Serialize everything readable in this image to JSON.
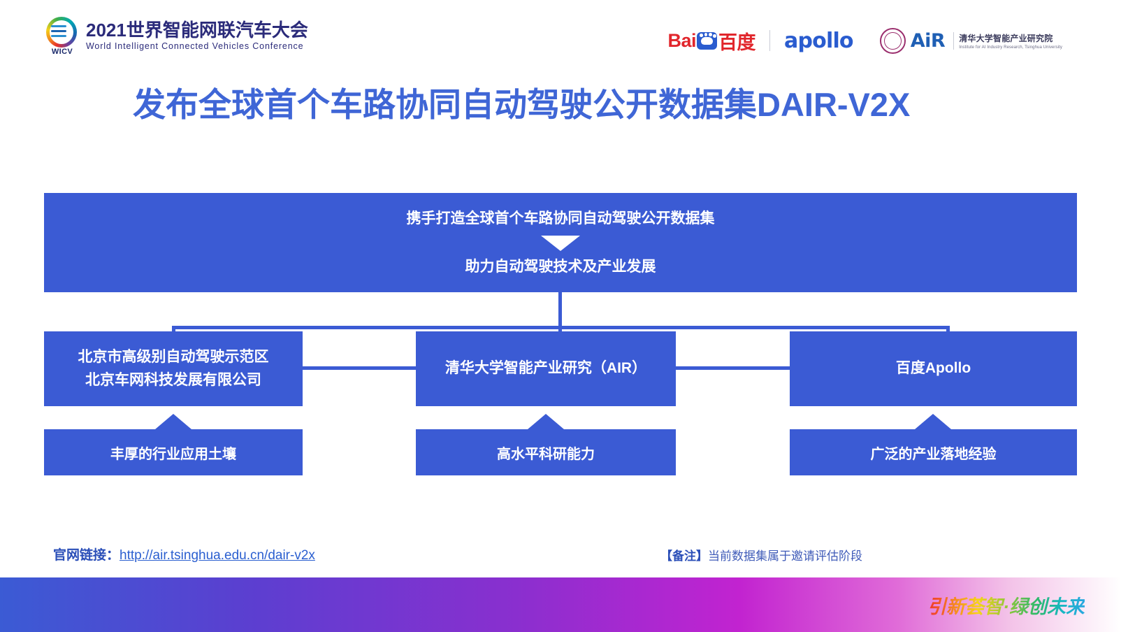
{
  "header": {
    "wicv": {
      "mark_label": "WICV",
      "title_cn": "2021世界智能网联汽车大会",
      "title_en": "World Intelligent Connected Vehicles Conference"
    },
    "partners": {
      "baidu_en": "Bai",
      "baidu_paw": "du",
      "baidu_cn": "百度",
      "apollo": "apollo",
      "air_abbr": "AiR",
      "air_cn": "清华大学智能产业研究院",
      "air_en": "Institute for AI Industry Research, Tsinghua University"
    }
  },
  "title": "发布全球首个车路协同自动驾驶公开数据集DAIR-V2X",
  "diagram": {
    "top": {
      "line1": "携手打造全球首个车路协同自动驾驶公开数据集",
      "arrow": "down-triangle",
      "line2": "助力自动驾驶技术及产业发展"
    },
    "partners": [
      {
        "name_line1": "北京市高级别自动驾驶示范区",
        "name_line2": "北京车网科技发展有限公司",
        "strength": "丰厚的行业应用土壤"
      },
      {
        "name_line1": "清华大学智能产业研究（AIR）",
        "name_line2": "",
        "strength": "高水平科研能力"
      },
      {
        "name_line1": "百度Apollo",
        "name_line2": "",
        "strength": "广泛的产业落地经验"
      }
    ]
  },
  "footer": {
    "link_label": "官网链接：",
    "link_url": "http://air.tsinghua.edu.cn/dair-v2x",
    "note_tag": "【备注】",
    "note_text": "当前数据集属于邀请评估阶段",
    "slogan": "引新荟智·绿创未来"
  },
  "colors": {
    "brand_blue": "#3b5bd4",
    "title_blue": "#3f66d6",
    "baidu_red": "#e1262c",
    "apollo_blue": "#2a5ccf"
  }
}
